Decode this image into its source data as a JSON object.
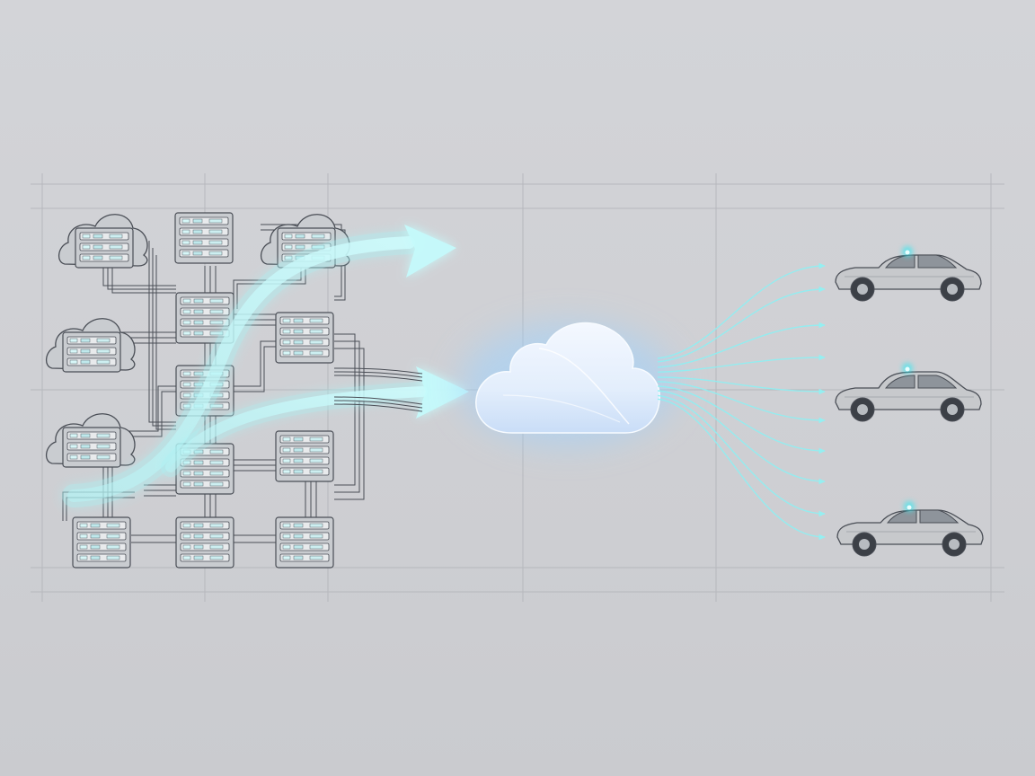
{
  "diagram": {
    "nodes": {
      "servers_left": [
        {
          "id": "cloud-rack-1",
          "kind": "cloud-server"
        },
        {
          "id": "rack-2",
          "kind": "server-rack"
        },
        {
          "id": "cloud-rack-3",
          "kind": "cloud-server"
        },
        {
          "id": "cloud-rack-4",
          "kind": "cloud-server"
        },
        {
          "id": "rack-5",
          "kind": "server-rack"
        },
        {
          "id": "rack-6",
          "kind": "server-rack"
        },
        {
          "id": "rack-7",
          "kind": "server-rack"
        },
        {
          "id": "cloud-rack-8",
          "kind": "cloud-server"
        },
        {
          "id": "rack-9",
          "kind": "server-rack"
        },
        {
          "id": "rack-10",
          "kind": "server-rack"
        },
        {
          "id": "rack-11",
          "kind": "server-rack"
        },
        {
          "id": "rack-12",
          "kind": "server-rack"
        },
        {
          "id": "rack-13",
          "kind": "server-rack"
        },
        {
          "id": "rack-14",
          "kind": "server-rack"
        }
      ],
      "central_hub": {
        "id": "central-cloud",
        "kind": "cloud"
      },
      "vehicles": [
        {
          "id": "car-1",
          "kind": "sedan"
        },
        {
          "id": "car-2",
          "kind": "suv"
        },
        {
          "id": "car-3",
          "kind": "hatchback"
        }
      ]
    },
    "icons": [
      "server-rack-icon",
      "cloud-icon",
      "car-icon",
      "arrow-icon"
    ],
    "colors": {
      "background": "#d0d1d5",
      "line": "#4a4e56",
      "grid": "#b4b6bb",
      "flow": "#7ff2f4",
      "flow_glow": "#bffcff",
      "hub_glow": "#9fd3ff",
      "hub_fill": "#eaf3ff",
      "rack_fill": "#c9ccd0",
      "slot_light": "#d7f7f8",
      "car_body": "#c7c9cc",
      "beacon": "#3be8f0"
    }
  }
}
